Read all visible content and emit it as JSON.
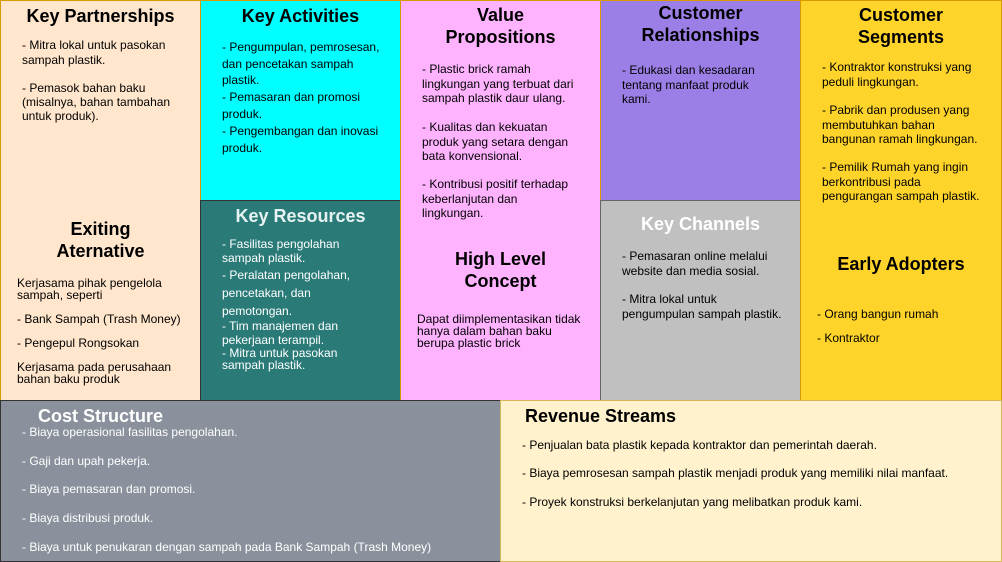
{
  "key_partnerships": {
    "title": "Key Partnerships",
    "items": [
      "- Mitra lokal untuk pasokan sampah plastik.",
      "- Pemasok bahan baku (misalnya, bahan tambahan untuk produk)."
    ],
    "bg": "#FFE6CC"
  },
  "existing_alternative": {
    "title_line1": "Exiting",
    "title_line2": "Aternative",
    "items": [
      "Kerjasama pihak pengelola sampah, seperti",
      "- Bank Sampah (Trash Money)",
      "- Pengepul Rongsokan",
      "Kerjasama pada perusahaan bahan baku produk"
    ]
  },
  "key_activities": {
    "title": "Key Activities",
    "items": [
      "- Pengumpulan, pemrosesan, dan pencetakan sampah plastik.",
      "- Pemasaran dan promosi produk.",
      "- Pengembangan dan inovasi produk."
    ],
    "bg": "#00FFFF"
  },
  "key_resources": {
    "title": "Key Resources",
    "items": [
      "- Fasilitas pengolahan sampah plastik.",
      "- Peralatan pengolahan, pencetakan, dan pemotongan.",
      "- Tim manajemen dan pekerjaan terampil.",
      "- Mitra untuk pasokan sampah plastik."
    ],
    "bg": "#2A7B78"
  },
  "value_propositions": {
    "title_line1": "Value",
    "title_line2": "Propositions",
    "items": [
      "- Plastic brick ramah lingkungan yang terbuat dari sampah plastik daur ulang.",
      "- Kualitas dan kekuatan produk yang setara dengan bata konvensional.",
      "- Kontribusi positif terhadap keberlanjutan dan lingkungan."
    ],
    "bg": "#FFB3FF"
  },
  "high_level_concept": {
    "title_line1": "High Level",
    "title_line2": "Concept",
    "text": "Dapat diimplementasikan tidak hanya dalam bahan baku berupa plastic brick"
  },
  "customer_relationships": {
    "title_line1": "Customer",
    "title_line2": "Relationships",
    "text": "- Edukasi dan kesadaran tentang manfaat produk kami.",
    "bg": "#9B7FE6"
  },
  "key_channels": {
    "title": "Key Channels",
    "items": [
      "- Pemasaran online melalui website dan media sosial.",
      "- Mitra lokal untuk pengumpulan sampah plastik."
    ],
    "bg": "#C0C0C0"
  },
  "customer_segments": {
    "title_line1": "Customer",
    "title_line2": "Segments",
    "items": [
      "- Kontraktor konstruksi yang peduli lingkungan.",
      "- Pabrik dan produsen yang membutuhkan bahan bangunan ramah lingkungan.",
      "- Pemilik Rumah yang ingin berkontribusi pada pengurangan sampah plastik."
    ],
    "bg": "#FFD42A"
  },
  "early_adopters": {
    "title": "Early Adopters",
    "items": [
      "- Orang bangun rumah",
      "- Kontraktor"
    ]
  },
  "cost_structure": {
    "title": "Cost Structure",
    "items": [
      "- Biaya operasional fasilitas pengolahan.",
      "- Gaji dan upah pekerja.",
      "- Biaya pemasaran dan promosi.",
      "- Biaya distribusi produk.",
      "- Biaya untuk penukaran dengan sampah pada Bank Sampah (Trash Money)"
    ],
    "bg": "#8A919C"
  },
  "revenue_streams": {
    "title": "Revenue Streams",
    "items": [
      "- Penjualan bata plastik kepada kontraktor dan pemerintah daerah.",
      "- Biaya pemrosesan sampah plastik menjadi produk yang memiliki nilai manfaat.",
      "- Proyek konstruksi berkelanjutan yang melibatkan produk kami."
    ],
    "bg": "#FFF2CC"
  }
}
